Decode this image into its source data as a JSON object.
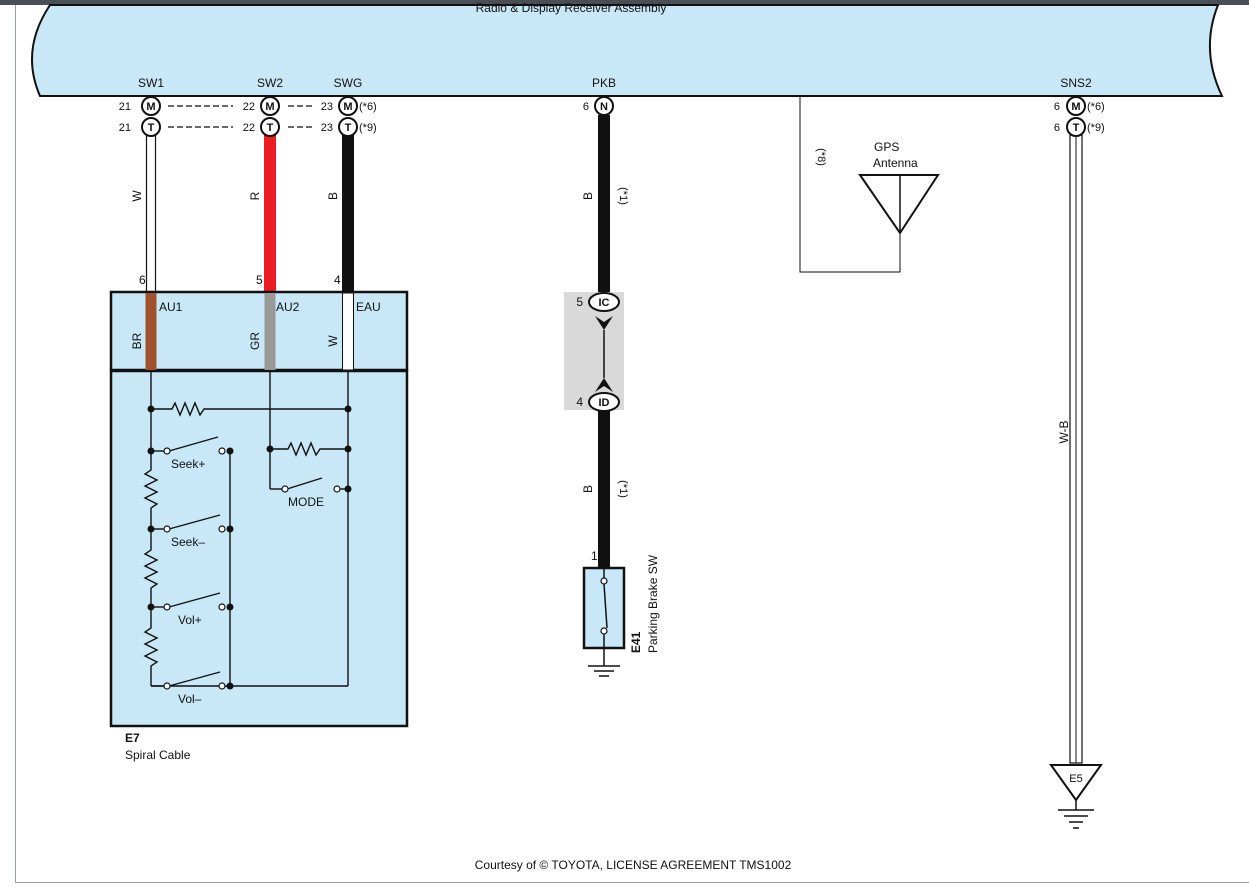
{
  "assembly_title": "Radio & Display Receiver Assembly",
  "connectors": {
    "sw1": {
      "name": "SW1",
      "m_pin": "21",
      "t_pin": "21"
    },
    "sw2": {
      "name": "SW2",
      "m_pin": "22",
      "t_pin": "22"
    },
    "swg": {
      "name": "SWG",
      "m_pin": "23",
      "t_pin": "23",
      "m_note": "(*6)",
      "t_note": "(*9)"
    },
    "pkb": {
      "name": "PKB",
      "pin": "6",
      "letter": "N"
    },
    "sns2": {
      "name": "SNS2",
      "m_pin": "6",
      "t_pin": "6",
      "m_note": "(*6)",
      "t_note": "(*9)"
    }
  },
  "pin_letters": {
    "m": "M",
    "t": "T"
  },
  "wire_colors": {
    "sw1": "W",
    "sw2": "R",
    "swg": "B",
    "pkb_upper": "B",
    "pkb_lower": "B",
    "sns2": "W-B"
  },
  "wire_notes": {
    "pkb_upper": "(*1)",
    "pkb_lower": "(*1)",
    "gps": "(*8)"
  },
  "gps": {
    "line1": "GPS",
    "line2": "Antenna"
  },
  "spiral": {
    "code": "E7",
    "name": "Spiral Cable",
    "pins": {
      "au1": "6",
      "au2": "5",
      "eau": "4"
    },
    "terminals": {
      "au1": "AU1",
      "au2": "AU2",
      "eau": "EAU"
    },
    "inner_colors": {
      "au1": "BR",
      "au2": "GR",
      "eau": "W"
    },
    "switches": {
      "seek_plus": "Seek+",
      "seek_minus": "Seek–",
      "vol_plus": "Vol+",
      "vol_minus": "Vol–",
      "mode": "MODE"
    }
  },
  "junction": {
    "upper_pin": "5",
    "upper_letter": "IC",
    "lower_pin": "4",
    "lower_letter": "ID"
  },
  "parking_brake": {
    "pin": "1",
    "code": "E41",
    "name": "Parking Brake SW"
  },
  "ground": {
    "code": "E5"
  },
  "footer": "Courtesy of © TOYOTA, LICENSE AGREEMENT TMS1002",
  "colors": {
    "panel": "#c8e8f8",
    "wire_red": "#ee1c24",
    "wire_black": "#111111",
    "wire_brown": "#a0522d",
    "wire_gray": "#999999",
    "junction_bg": "#d9d9d9"
  }
}
